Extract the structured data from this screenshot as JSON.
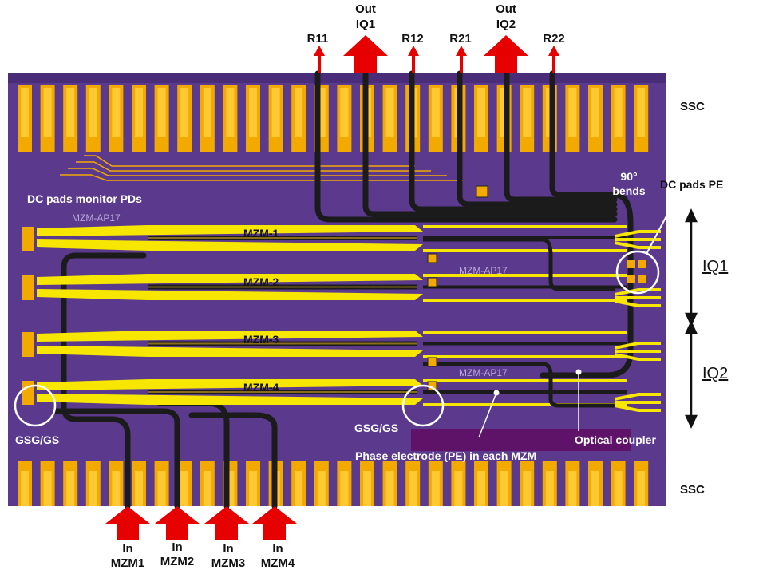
{
  "colors": {
    "chip": "#5b3a8e",
    "chip_dark": "#4a2d78",
    "pad": "#f2a900",
    "electrode": "#f7e600",
    "waveguide": "#1b1b1b",
    "arrow": "#e60000",
    "highlight": "#5e1268"
  },
  "top_outputs": {
    "r11": "R11",
    "out_iq1": [
      "Out",
      "IQ1"
    ],
    "r12": "R12",
    "r21": "R21",
    "out_iq2": [
      "Out",
      "IQ2"
    ],
    "r22": "R22"
  },
  "bottom_inputs": [
    [
      "In",
      "MZM1"
    ],
    [
      "In",
      "MZM2"
    ],
    [
      "In",
      "MZM3"
    ],
    [
      "In",
      "MZM4"
    ]
  ],
  "side_labels": {
    "ssc_top": "SSC",
    "ssc_bottom": "SSC",
    "iq1": "IQ1",
    "iq2": "IQ2",
    "dc_pads_pe": "DC pads PE"
  },
  "chip_labels": {
    "dc_pads_monitor": "DC pads monitor PDs",
    "bends_90": [
      "90°",
      "bends"
    ],
    "chip_id_1": "MZM-AP17",
    "chip_id_2": "MZM-AP17",
    "chip_id_3": "MZM-AP17",
    "gsg_left": "GSG/GS",
    "gsg_right": "GSG/GS",
    "phase_electrode": "Phase electrode (PE) in each MZM",
    "optical_coupler": "Optical coupler"
  },
  "mzm_labels": [
    "MZM-1",
    "MZM-2",
    "MZM-3",
    "MZM-4"
  ]
}
